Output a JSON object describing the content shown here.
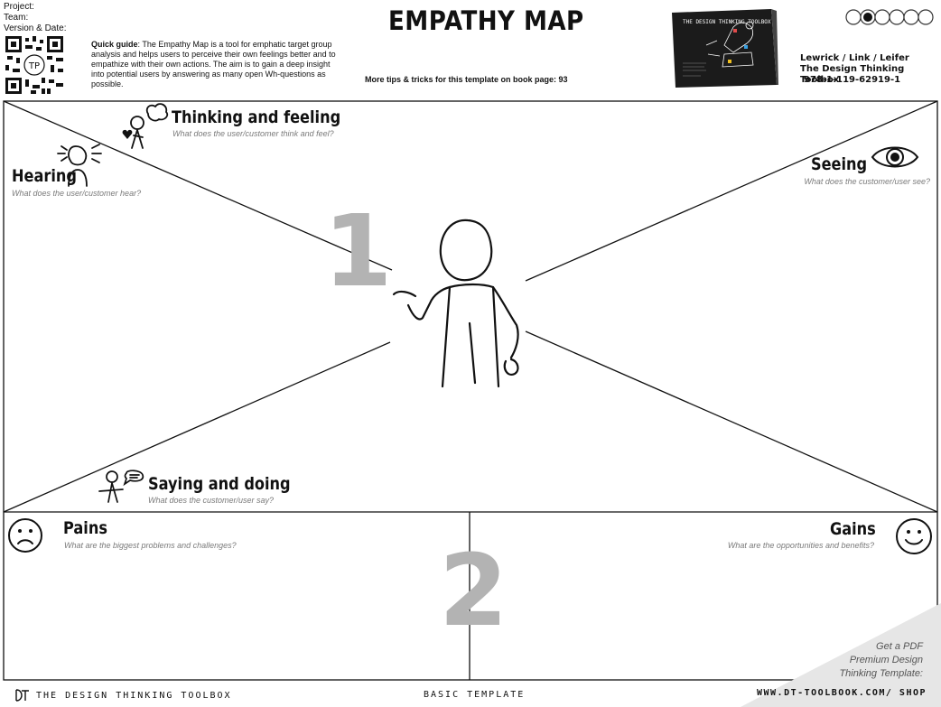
{
  "header": {
    "project_label": "Project:",
    "team_label": "Team:",
    "version_label": "Version & Date:",
    "title": "EMPATHY MAP",
    "quick_guide_label": "Quick guide",
    "quick_guide_text": ": The Empathy Map is a tool for emphatic target group analysis and helps users to perceive their own feelings better and to empathize with their own actions. The aim is to gain a deep insight into potential users by answering as many open Wh-questions as possible.",
    "tips": "More tips & tricks for this template on book page: 93",
    "book_cover_text": "THE DESIGN THINKING TOOLBOX",
    "authors": "Lewrick / Link / Leifer",
    "book_title": "The Design Thinking Toolbox",
    "isbn": "978-1-119-62919-1",
    "qr_text": "TP"
  },
  "sections": {
    "thinking": {
      "title": "Thinking and feeling",
      "prompt": "What does the user/customer think and feel?"
    },
    "hearing": {
      "title": "Hearing",
      "prompt": "What does the user/customer hear?"
    },
    "seeing": {
      "title": "Seeing",
      "prompt": "What does the customer/user see?"
    },
    "saying": {
      "title": "Saying and doing",
      "prompt": "What does the customer/user say?"
    },
    "pains": {
      "title": "Pains",
      "prompt": "What are the biggest problems and challenges?"
    },
    "gains": {
      "title": "Gains",
      "prompt": "What are the opportunities and benefits?"
    }
  },
  "numbers": {
    "one": "1",
    "two": "2"
  },
  "footer": {
    "brand": "THE DESIGN THINKING TOOLBOX",
    "template_type": "BASIC TEMPLATE",
    "url": "WWW.DT-TOOLBOOK.COM/ SHOP",
    "promo_line1": "Get a PDF",
    "promo_line2": "Premium Design",
    "promo_line3": "Thinking Template:"
  },
  "icons": [
    "heart-icon",
    "thought-bubble-icon",
    "ears-person-icon",
    "eye-icon",
    "speech-bubble-icon",
    "sad-face-icon",
    "happy-face-icon",
    "stick-figure-icon",
    "progress-dots-icon",
    "qr-code-icon",
    "dtp-logo-icon"
  ],
  "colors": {
    "line": "#111111",
    "numbers": "#b3b3b3",
    "prompt": "#7a7a7a",
    "corner": "#e6e6e6"
  }
}
